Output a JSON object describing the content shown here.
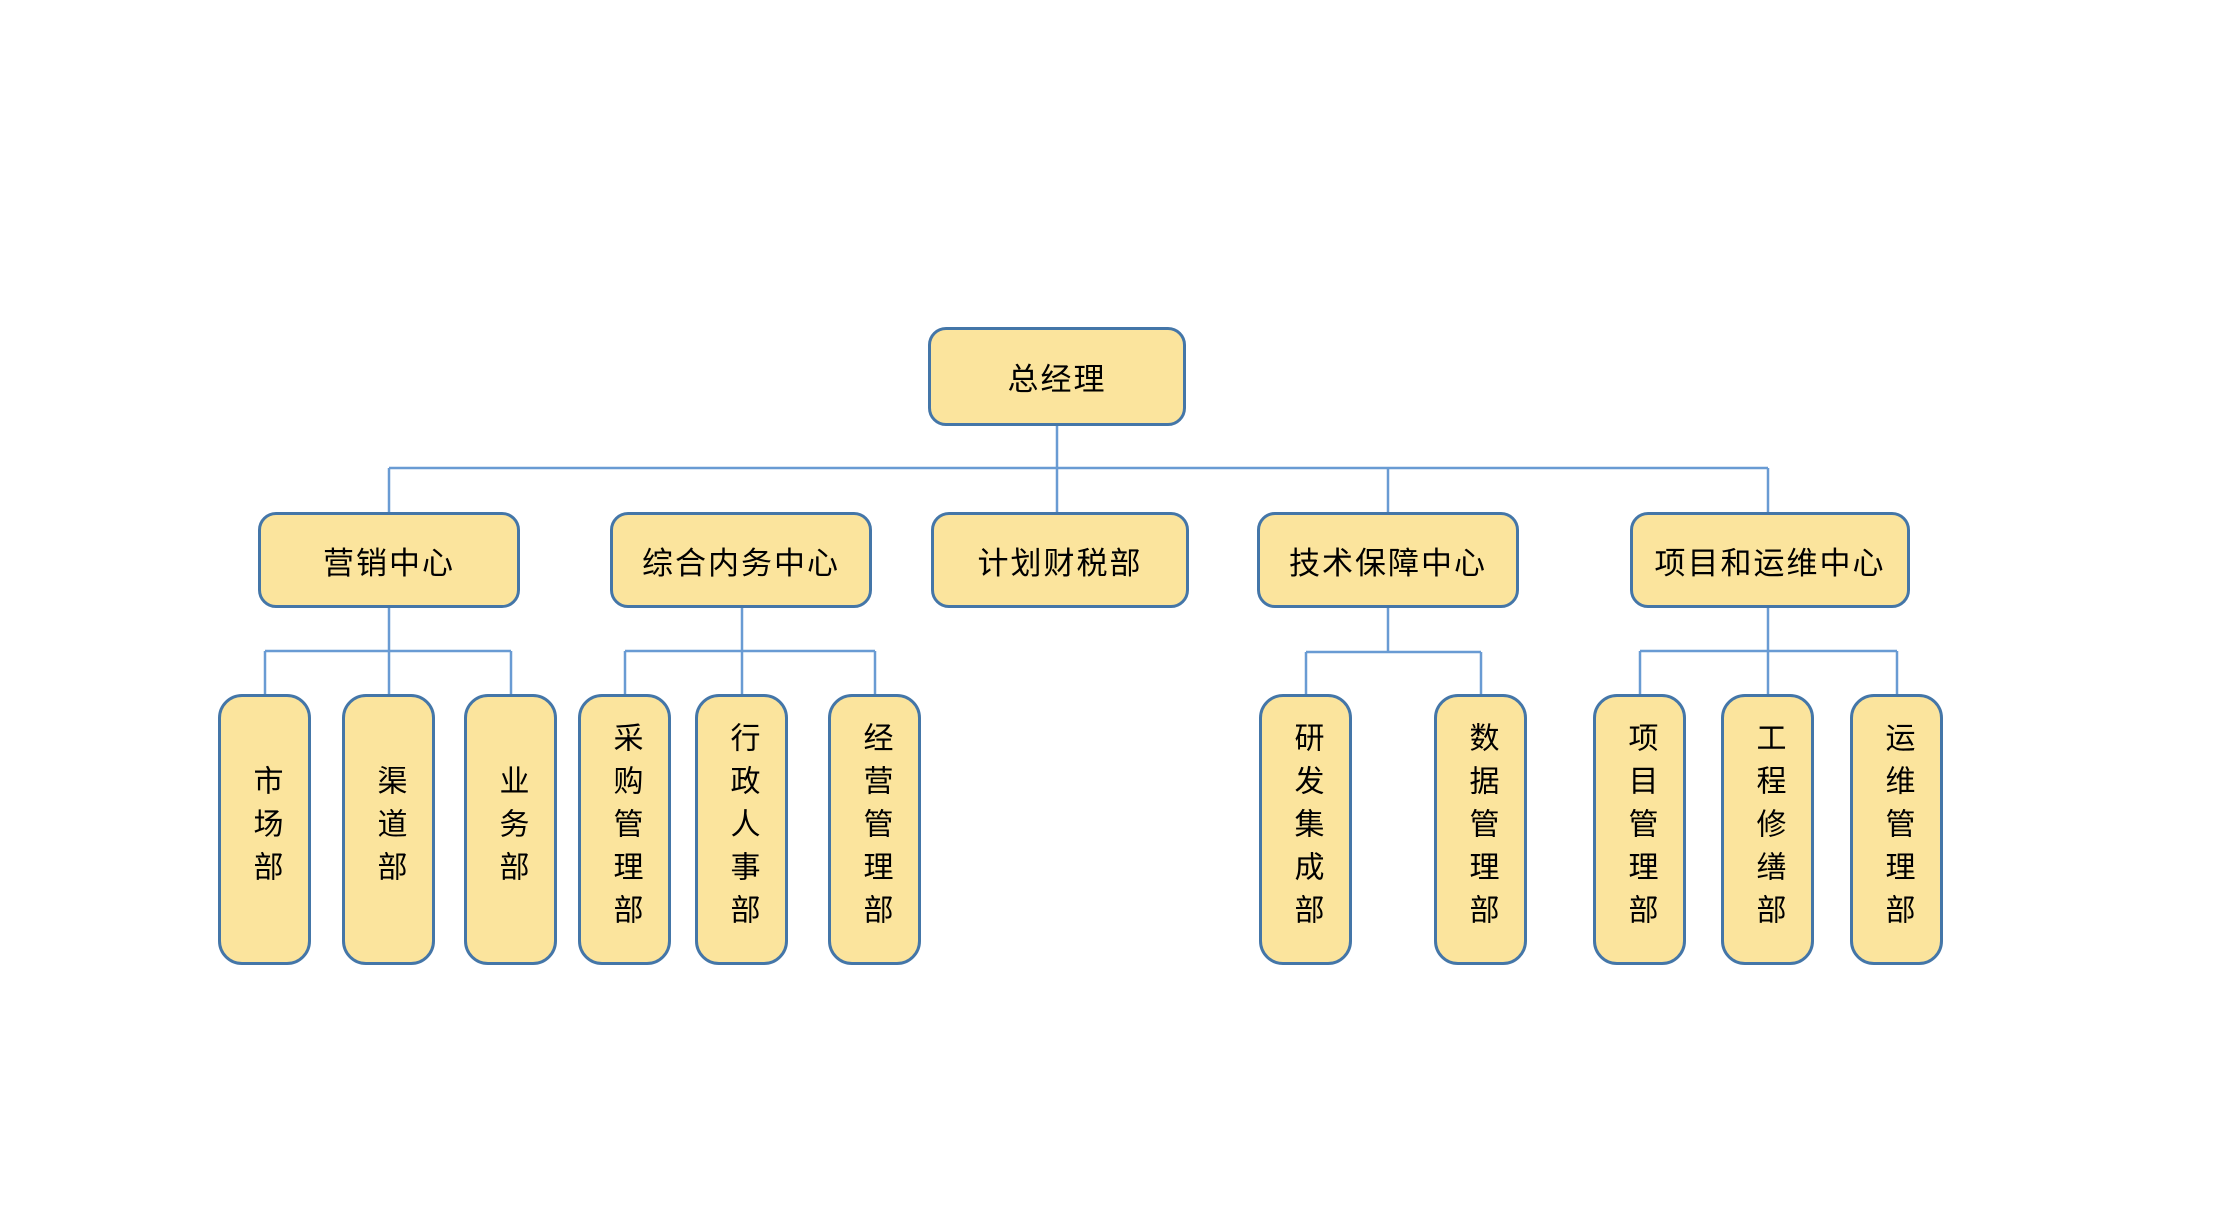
{
  "org": {
    "root": {
      "label": "总经理"
    },
    "centers": [
      {
        "label": "营销中心",
        "children": [
          {
            "label": "市场部"
          },
          {
            "label": "渠道部"
          },
          {
            "label": "业务部"
          }
        ]
      },
      {
        "label": "综合内务中心",
        "children": [
          {
            "label": "采购管理部"
          },
          {
            "label": "行政人事部"
          },
          {
            "label": "经营管理部"
          }
        ]
      },
      {
        "label": "计划财税部",
        "children": []
      },
      {
        "label": "技术保障中心",
        "children": [
          {
            "label": "研发集成部"
          },
          {
            "label": "数据管理部"
          }
        ]
      },
      {
        "label": "项目和运维中心",
        "children": [
          {
            "label": "项目管理部"
          },
          {
            "label": "工程修缮部"
          },
          {
            "label": "运维管理部"
          }
        ]
      }
    ],
    "colors": {
      "node_fill": "#FBE49D",
      "node_border": "#4476A8",
      "connector": "#699BD3",
      "text": "#000000",
      "background": "#FFFFFF"
    }
  }
}
